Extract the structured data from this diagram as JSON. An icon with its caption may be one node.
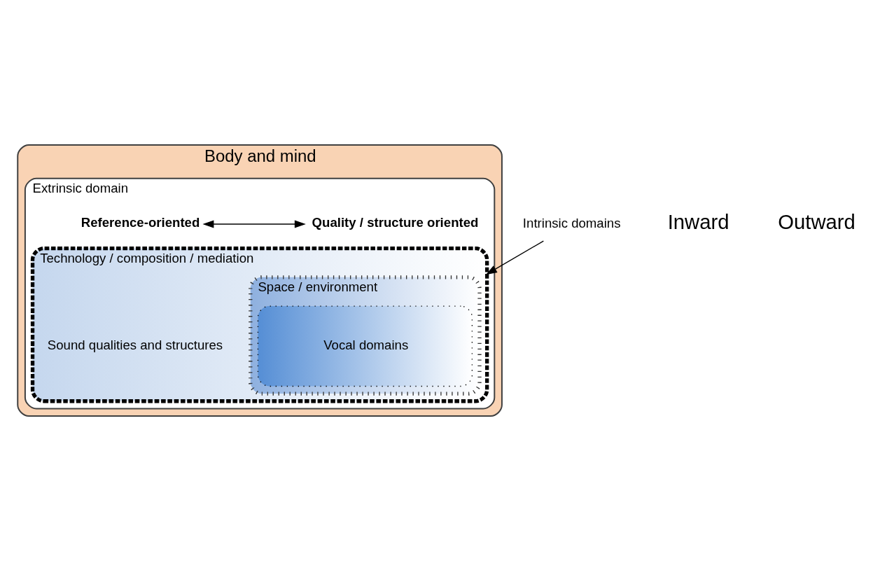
{
  "diagram": {
    "nodes": [
      {
        "text": [
          "Body and mind"
        ]
      },
      {
        "text": [
          "Extrinsic domain"
        ],
        "in": 0
      },
      {
        "text": [
          "Reference-oriented"
        ],
        "in": 1
      },
      {
        "text": [
          "Quality / structure oriented"
        ],
        "in": 1
      },
      {
        "text": [
          "Technology / composition / mediation"
        ],
        "in": 1
      },
      {
        "text": [
          "Space / environment"
        ],
        "in": 4
      },
      {
        "text": [
          "Vocal domains"
        ],
        "in": 5
      },
      {
        "text": [
          "Sound qualities and structures"
        ],
        "in": 4
      },
      {
        "text": [
          "Intrinsic domains"
        ]
      }
    ],
    "edges": [
      {
        "from": 2,
        "to": 3,
        "arrow": "both"
      },
      {
        "from": 8,
        "to": 4,
        "arrow": "to"
      }
    ],
    "labels": [
      "Inward",
      "Outward"
    ]
  }
}
